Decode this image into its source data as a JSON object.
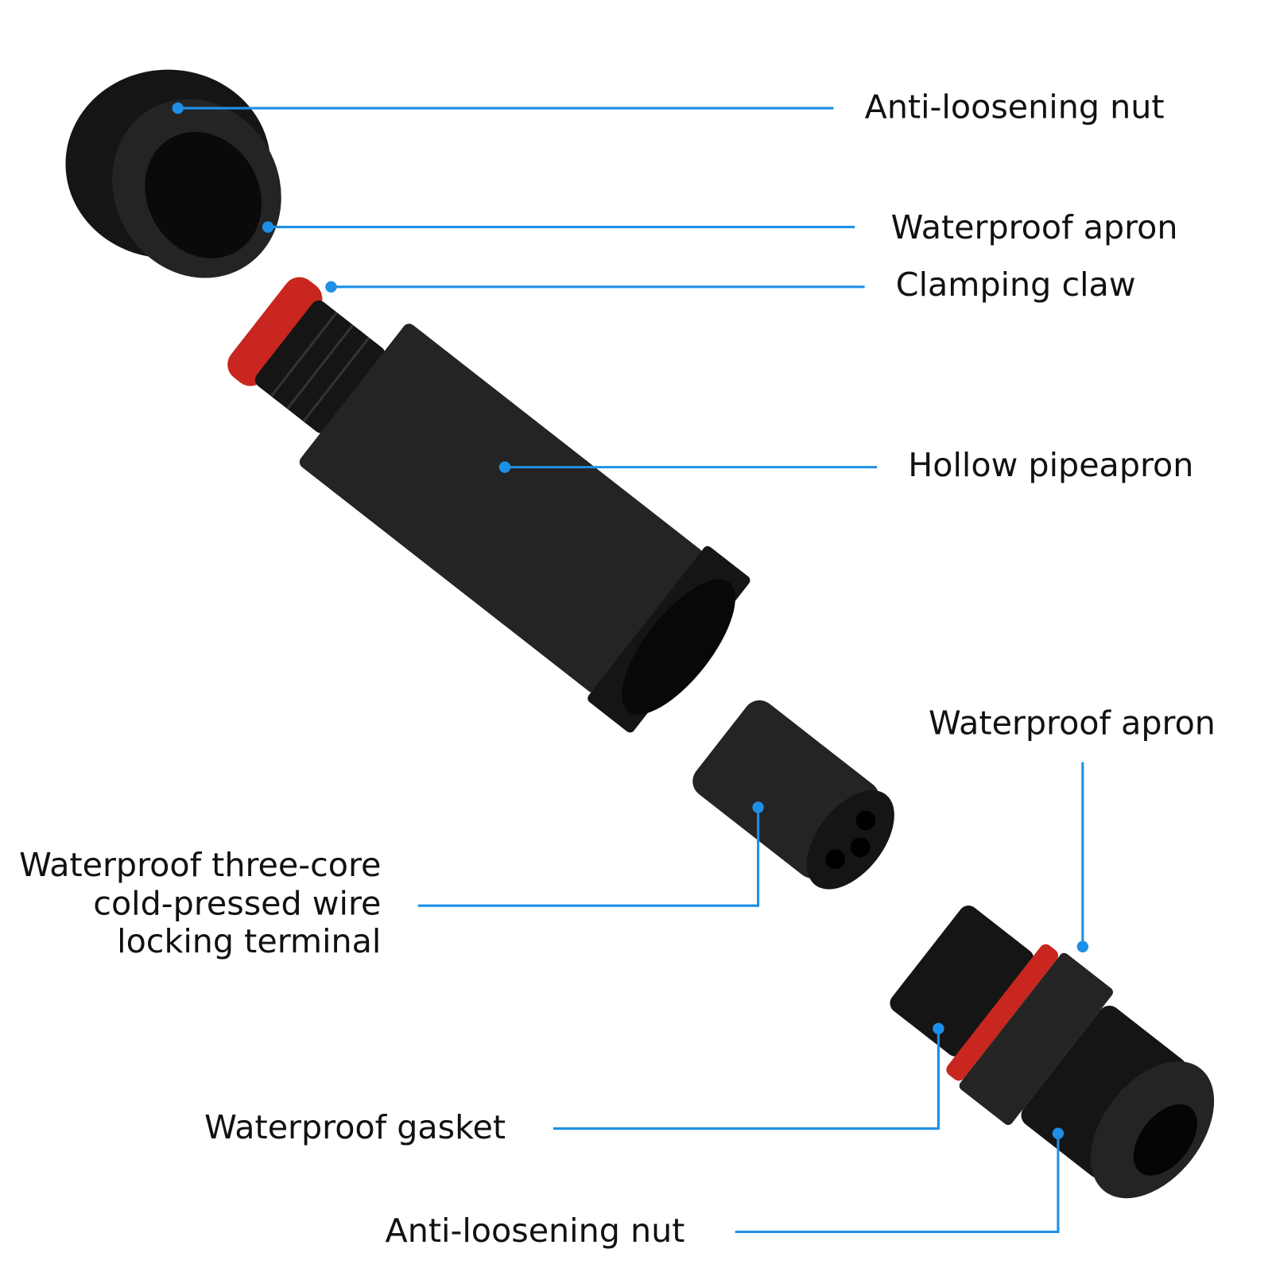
{
  "labels": {
    "nut_top": "Anti-loosening nut",
    "apron_top": "Waterproof apron",
    "clamping_claw": "Clamping claw",
    "hollow_pipe": "Hollow pipeapron",
    "apron_bottom": "Waterproof apron",
    "terminal": [
      "Waterproof three-core",
      "cold-pressed wire",
      "locking terminal"
    ],
    "gasket": "Waterproof gasket",
    "nut_bottom": "Anti-loosening nut"
  },
  "colors": {
    "leader": "#1e8fe6",
    "part": "#151515",
    "seal": "#c8261e"
  }
}
